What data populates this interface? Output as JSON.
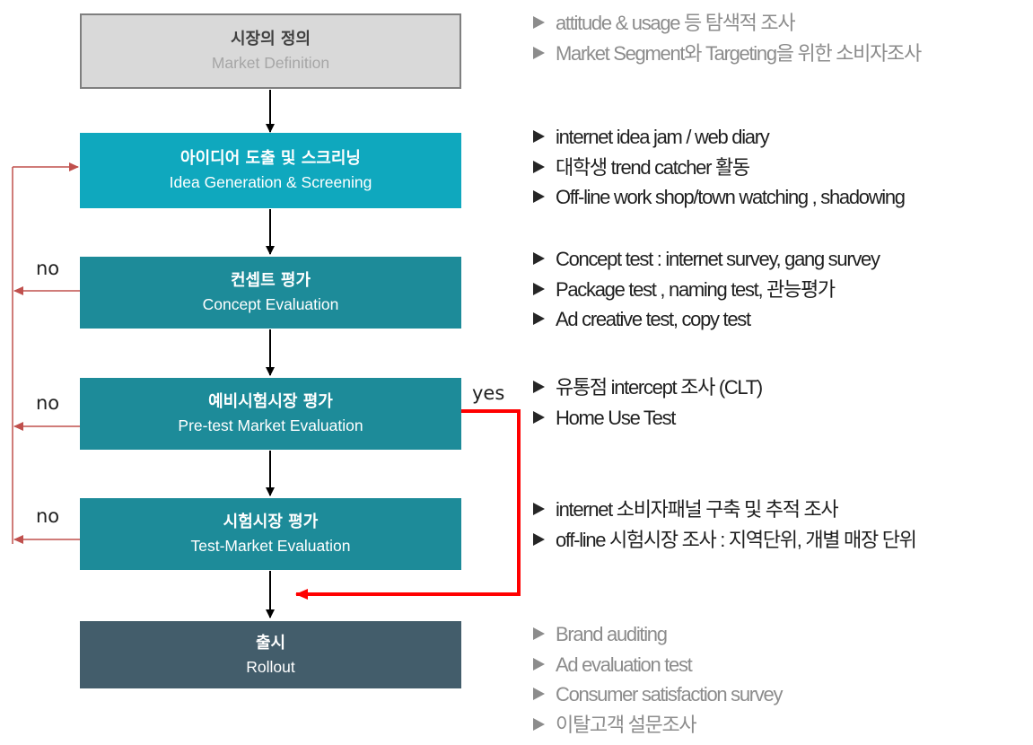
{
  "steps": [
    {
      "ko": "시장의 정의",
      "en": "Market Definition"
    },
    {
      "ko": "아이디어 도출 및 스크리닝",
      "en": "Idea Generation & Screening"
    },
    {
      "ko": "컨셉트 평가",
      "en": "Concept Evaluation"
    },
    {
      "ko": "예비시험시장 평가",
      "en": "Pre-test Market Evaluation"
    },
    {
      "ko": "시험시장 평가",
      "en": "Test-Market Evaluation"
    },
    {
      "ko": "출시",
      "en": "Rollout"
    }
  ],
  "labels": {
    "no1": "no",
    "no2": "no",
    "no3": "no",
    "yes": "yes"
  },
  "bullets": {
    "market": [
      "attitude & usage 등 탐색적 조사",
      "Market Segment와 Targeting을 위한 소비자조사"
    ],
    "idea": [
      "internet idea jam / web diary",
      "대학생 trend catcher 활동",
      "Off-line work shop/town watching , shadowing"
    ],
    "concept": [
      "Concept  test : internet survey, gang survey",
      "Package test , naming test, 관능평가",
      "Ad creative test, copy test"
    ],
    "pretest": [
      "유통점 intercept 조사 (CLT)",
      "Home Use Test"
    ],
    "testmarket": [
      "internet 소비자패널  구축  및  추적 조사",
      "off-line 시험시장 조사 :  지역단위, 개별 매장 단위"
    ],
    "rollout": [
      "Brand auditing",
      "Ad evaluation  test",
      "Consumer  satisfaction survey",
      "이탈고객  설문조사"
    ]
  },
  "colors": {
    "definition_bg": "#d9d9d9",
    "idea_bg": "#0fa8be",
    "eval_bg": "#1d8b99",
    "rollout_bg": "#435d6b",
    "feedback_line": "#c0504d",
    "yes_line": "#ff0000"
  }
}
